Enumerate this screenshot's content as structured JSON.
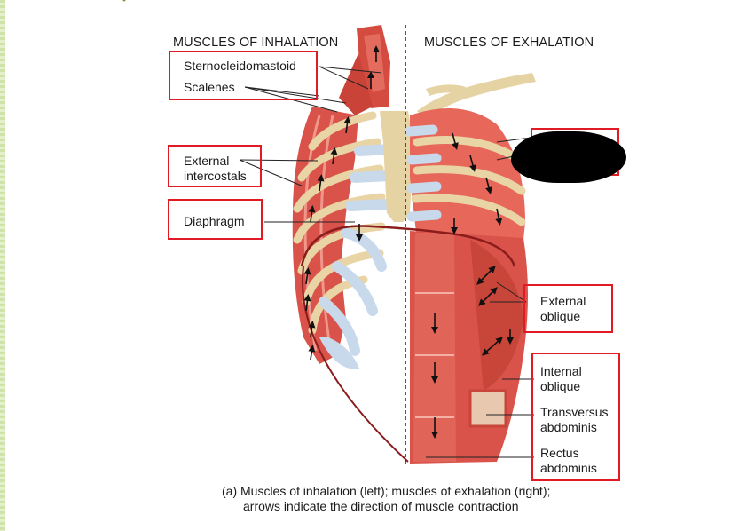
{
  "headings": {
    "left": "MUSCLES OF INHALATION",
    "right": "MUSCLES OF EXHALATION"
  },
  "labels": {
    "sternocleidomastoid": "Sternocleidomastoid",
    "scalenes": "Scalenes",
    "external_intercostals_1": "External",
    "external_intercostals_2": "intercostals",
    "diaphragm": "Diaphragm",
    "external_oblique_1": "External",
    "external_oblique_2": "oblique",
    "internal_oblique_1": "Internal",
    "internal_oblique_2": "oblique",
    "transversus_1": "Transversus",
    "transversus_2": "abdominis",
    "rectus_1": "Rectus",
    "rectus_2": "abdominis"
  },
  "caption": {
    "line1": "(a) Muscles of inhalation (left); muscles of exhalation (right);",
    "line2": "arrows indicate the direction of muscle contraction"
  },
  "colors": {
    "highlight_box": "#e01b24",
    "muscle": "#d9534a",
    "bone": "#e6d3a3",
    "cartilage": "#c9d9ec"
  }
}
